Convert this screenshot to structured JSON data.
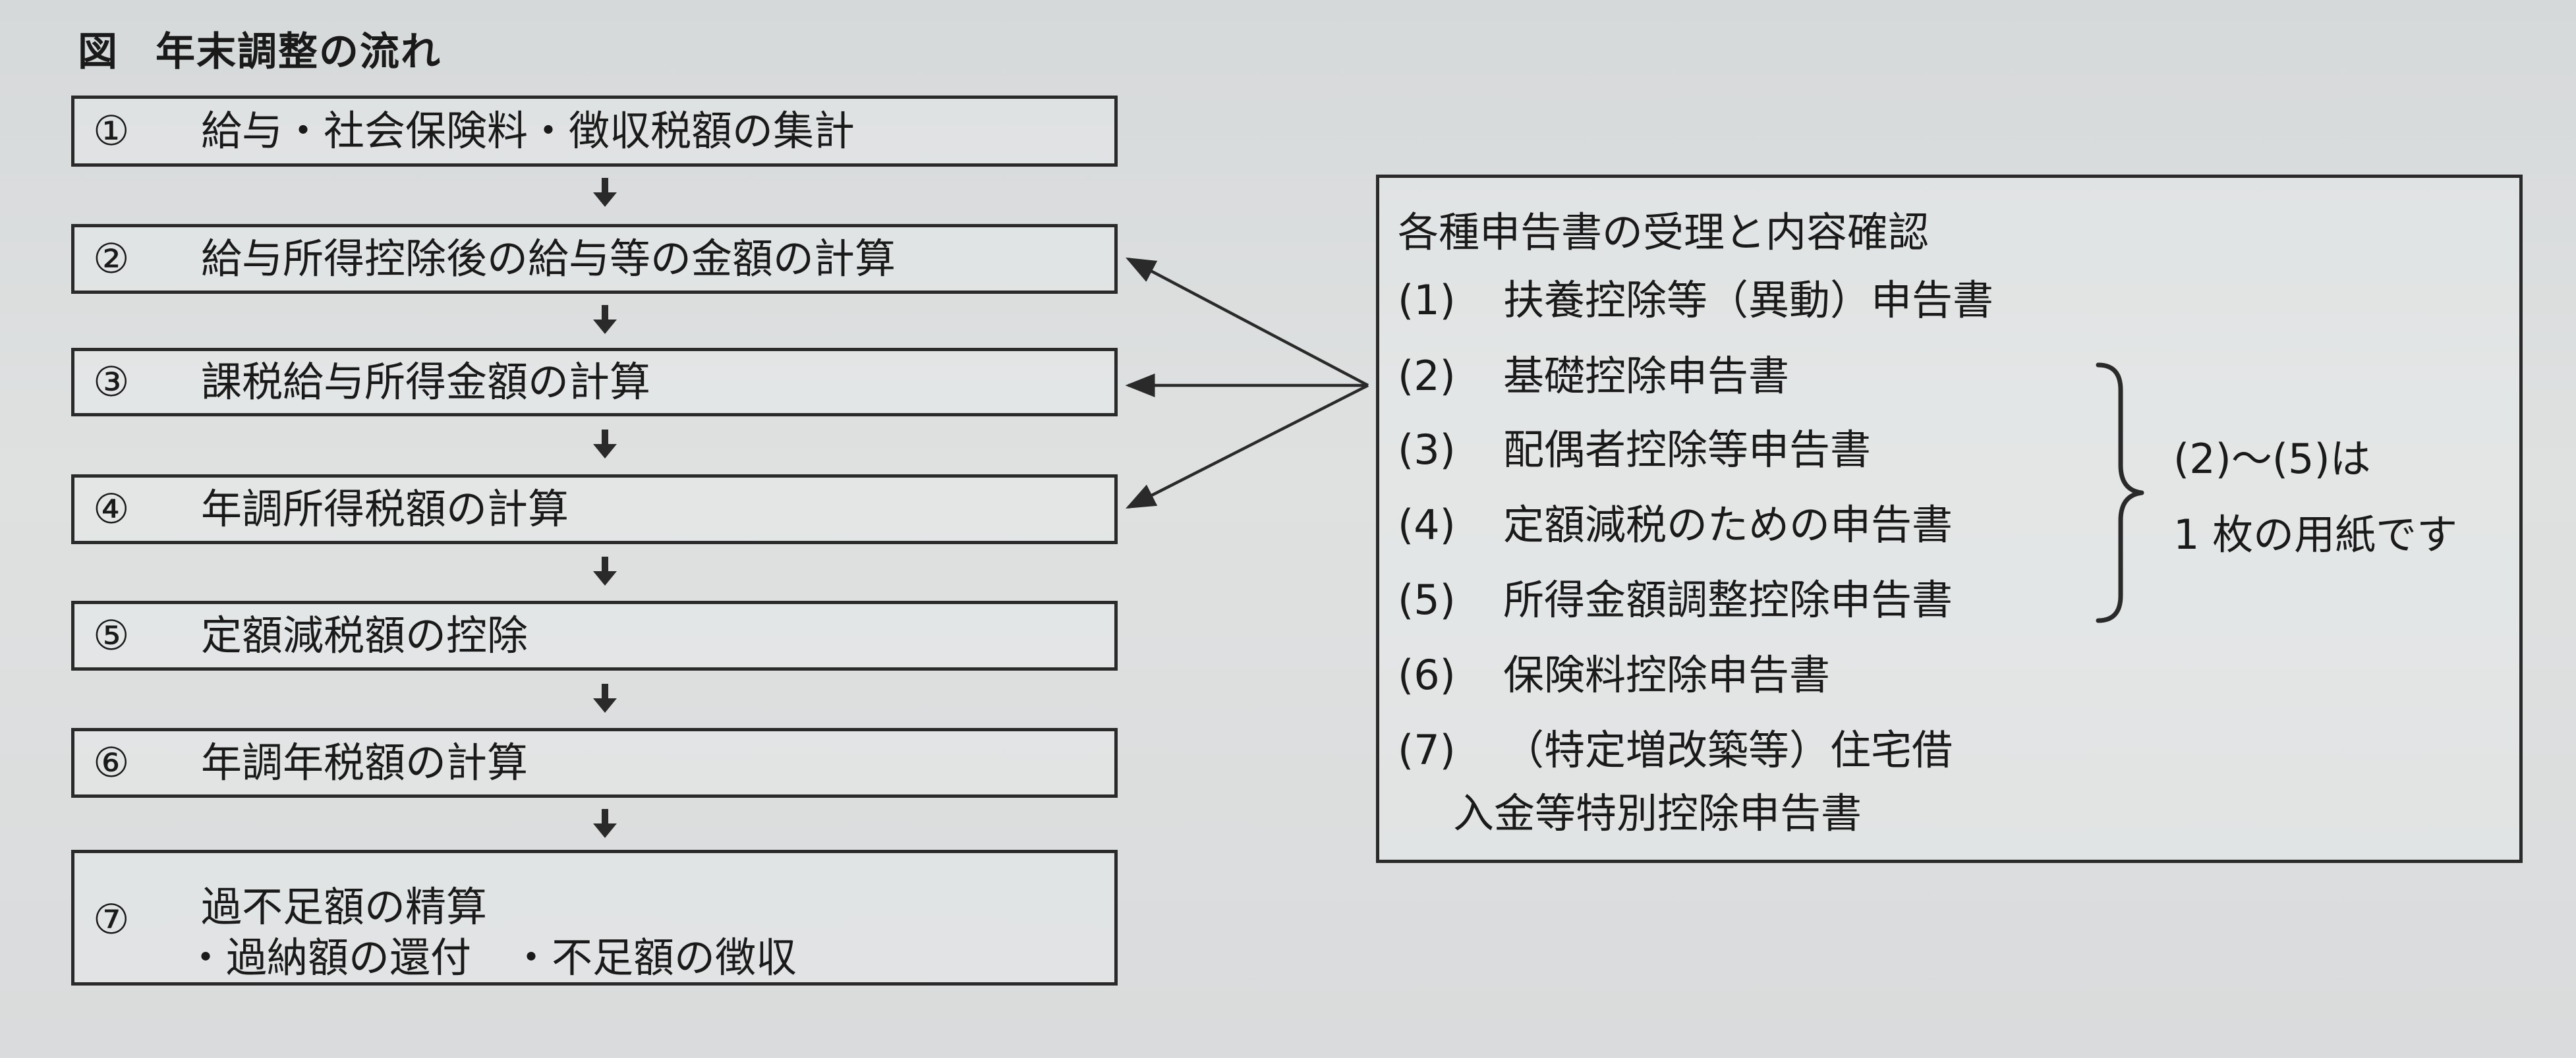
{
  "title": {
    "figure_label": "図",
    "text": "年末調整の流れ"
  },
  "steps": [
    {
      "num": "①",
      "label": "給与・社会保険料・徴収税額の集計"
    },
    {
      "num": "②",
      "label": "給与所得控除後の給与等の金額の計算"
    },
    {
      "num": "③",
      "label": "課税給与所得金額の計算"
    },
    {
      "num": "④",
      "label": "年調所得税額の計算"
    },
    {
      "num": "⑤",
      "label": "定額減税額の控除"
    },
    {
      "num": "⑥",
      "label": "年調年税額の計算"
    },
    {
      "num": "⑦",
      "label": "過不足額の精算",
      "sub": [
        "・過納額の還付",
        "・不足額の徴収"
      ]
    }
  ],
  "forms_box": {
    "title": "各種申告書の受理と内容確認",
    "items": [
      {
        "num": "(1)",
        "text": "扶養控除等（異動）申告書"
      },
      {
        "num": "(2)",
        "text": "基礎控除申告書"
      },
      {
        "num": "(3)",
        "text": "配偶者控除等申告書"
      },
      {
        "num": "(4)",
        "text": "定額減税のための申告書"
      },
      {
        "num": "(5)",
        "text": "所得金額調整控除申告書"
      },
      {
        "num": "(6)",
        "text": "保険料控除申告書"
      },
      {
        "num": "(7)",
        "text": "（特定増改築等）住宅借",
        "continuation": "入金等特別控除申告書"
      }
    ],
    "brace_note": [
      "(2)〜(5)は",
      "1 枚の用紙です"
    ]
  },
  "colors": {
    "line": "#2a2a2a",
    "background": "#dadcdc"
  }
}
